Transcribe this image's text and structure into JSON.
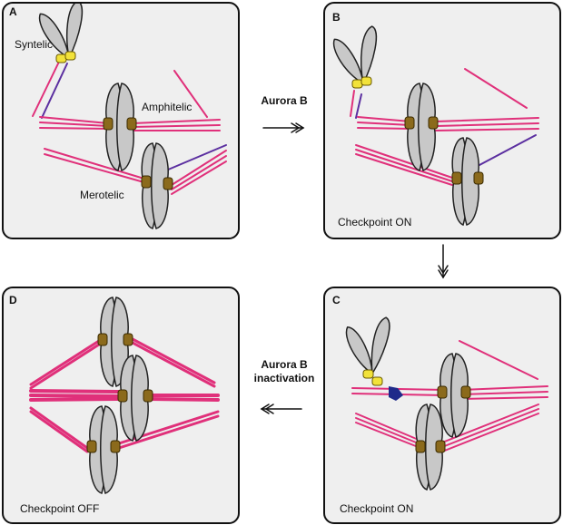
{
  "panels": {
    "a": {
      "label": "A",
      "syntelic": "Syntelic",
      "amphitelic": "Amphitelic",
      "merotelic": "Merotelic"
    },
    "b": {
      "label": "B",
      "status": "Checkpoint ON"
    },
    "c": {
      "label": "C",
      "status": "Checkpoint ON"
    },
    "d": {
      "label": "D",
      "status": "Checkpoint OFF"
    }
  },
  "arrows": {
    "top_label": "Aurora B",
    "bottom_label_line1": "Aurora B",
    "bottom_label_line2": "inactivation"
  },
  "colors": {
    "microtubule": "#e0307a",
    "merotelic_fiber": "#5b2fa0",
    "chromosome": "#c8c8c8",
    "kinetochore": "#8b6a1c",
    "kinetochore_tense": "#f2e23a",
    "aurora_b": "#1f2a8a"
  }
}
